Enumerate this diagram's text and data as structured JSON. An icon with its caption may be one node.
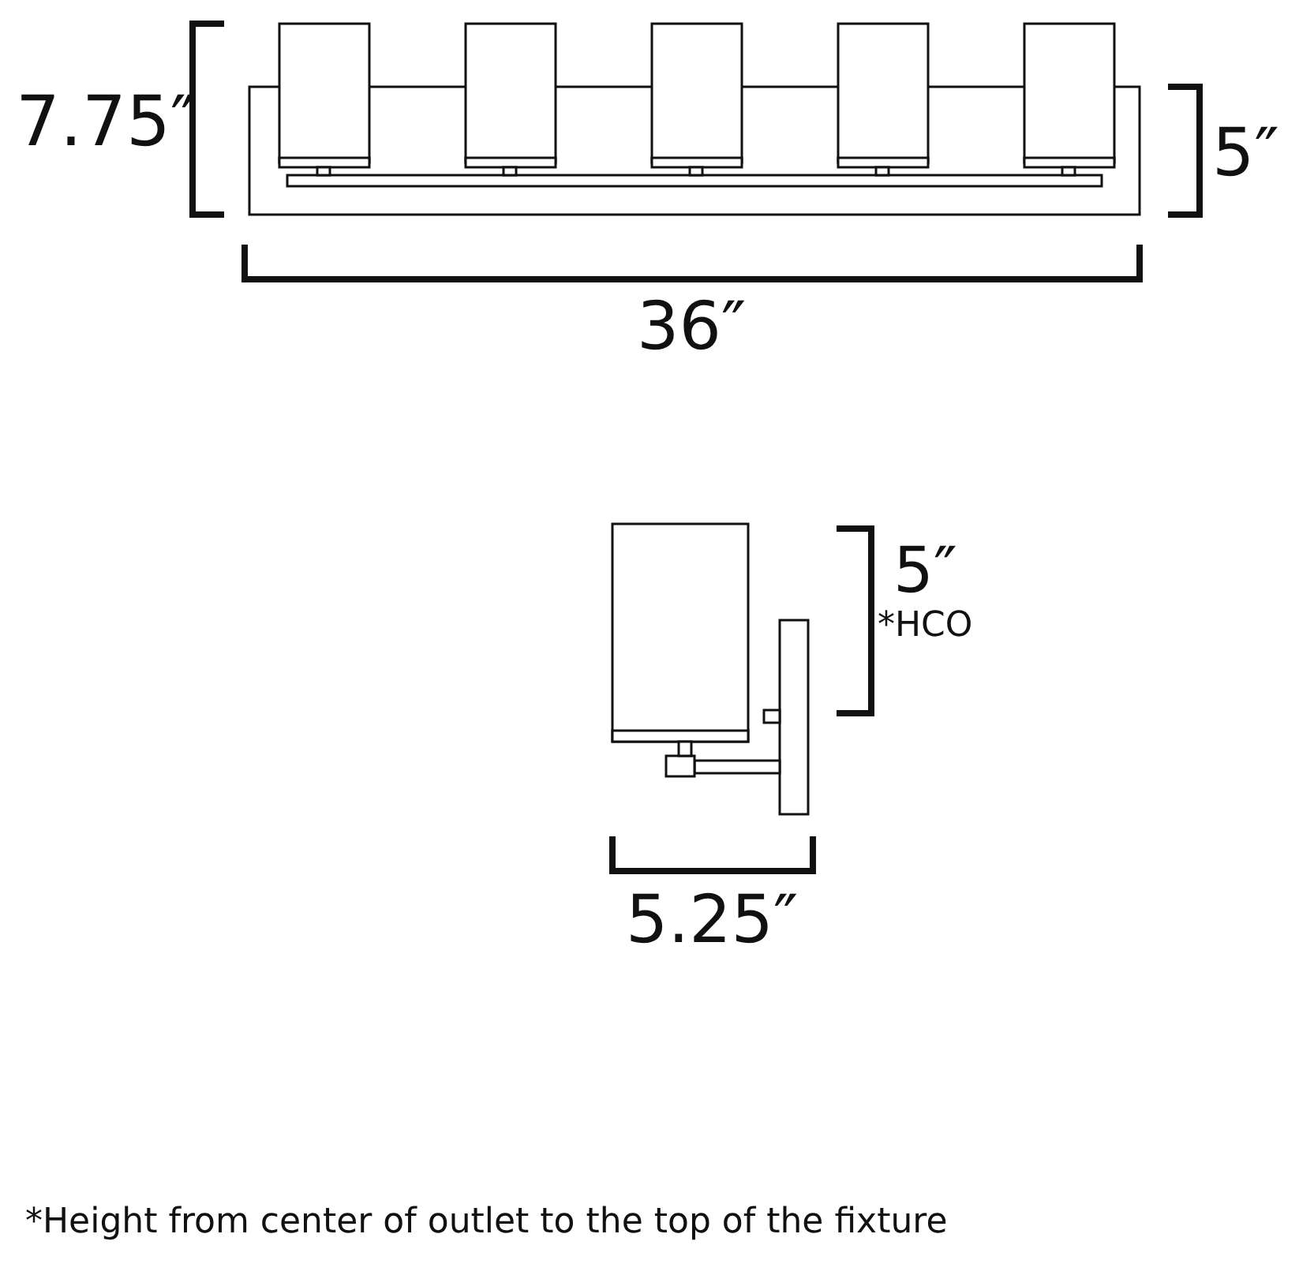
{
  "diagram": {
    "labels": [
      "7.75″",
      "5″",
      "36″",
      "5″",
      "*HCO",
      "5.25″",
      "*Height from center of outlet to the top of the fixture"
    ]
  }
}
